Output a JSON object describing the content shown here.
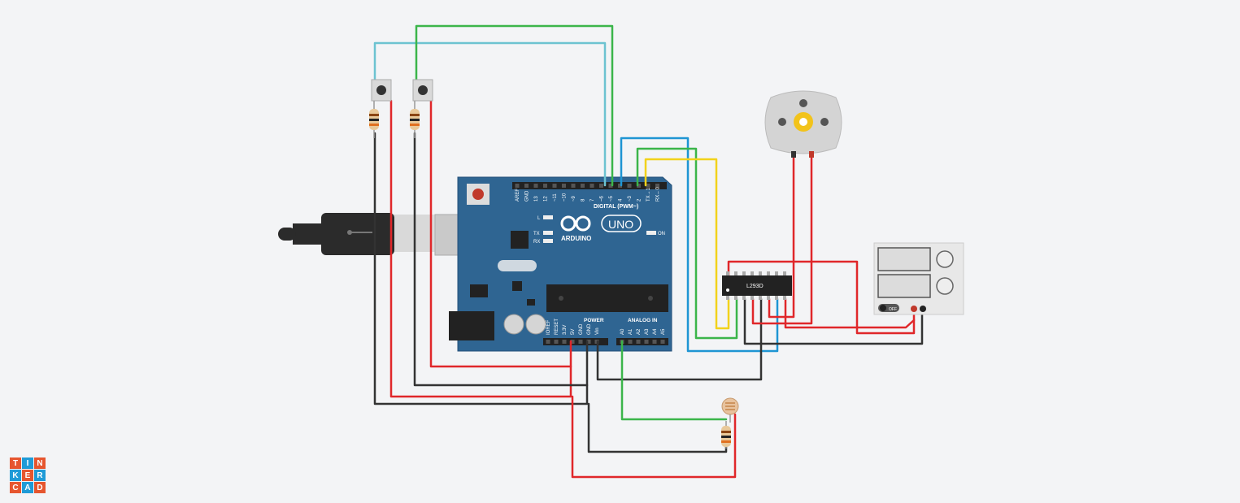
{
  "board": {
    "brand": "ARDUINO",
    "model": "UNO",
    "digital_header": "DIGITAL (PWM~)",
    "power_header": "POWER",
    "analog_header": "ANALOG IN",
    "led_l": "L",
    "led_tx": "TX",
    "led_rx": "RX",
    "led_on": "ON",
    "digital_pins": [
      "AREF",
      "GND",
      "13",
      "12",
      "~11",
      "~10",
      "~9",
      "8",
      "7",
      "~6",
      "~5",
      "4",
      "~3",
      "2",
      "TX→1",
      "RX←0"
    ],
    "power_pins": [
      "IOREF",
      "RESET",
      "3.3V",
      "5V",
      "GND",
      "GND",
      "Vin"
    ],
    "analog_pins": [
      "A0",
      "A1",
      "A2",
      "A3",
      "A4",
      "A5"
    ]
  },
  "driver_chip": {
    "label": "L293D"
  },
  "power_supply": {
    "switch_label": "OFF"
  },
  "logo": {
    "letters": [
      "T",
      "I",
      "N",
      "K",
      "E",
      "R",
      "C",
      "A",
      "D"
    ]
  },
  "colors": {
    "background": "#f3f4f6",
    "board": "#2f6592",
    "wire_red": "#e0272a",
    "wire_black": "#333333",
    "wire_green": "#3bb54a",
    "wire_cyan": "#6cc3d1",
    "wire_blue": "#1e95d3",
    "wire_yellow": "#f2d21b",
    "logo_orange": "#e6562f",
    "logo_blue": "#1f9bd7"
  }
}
